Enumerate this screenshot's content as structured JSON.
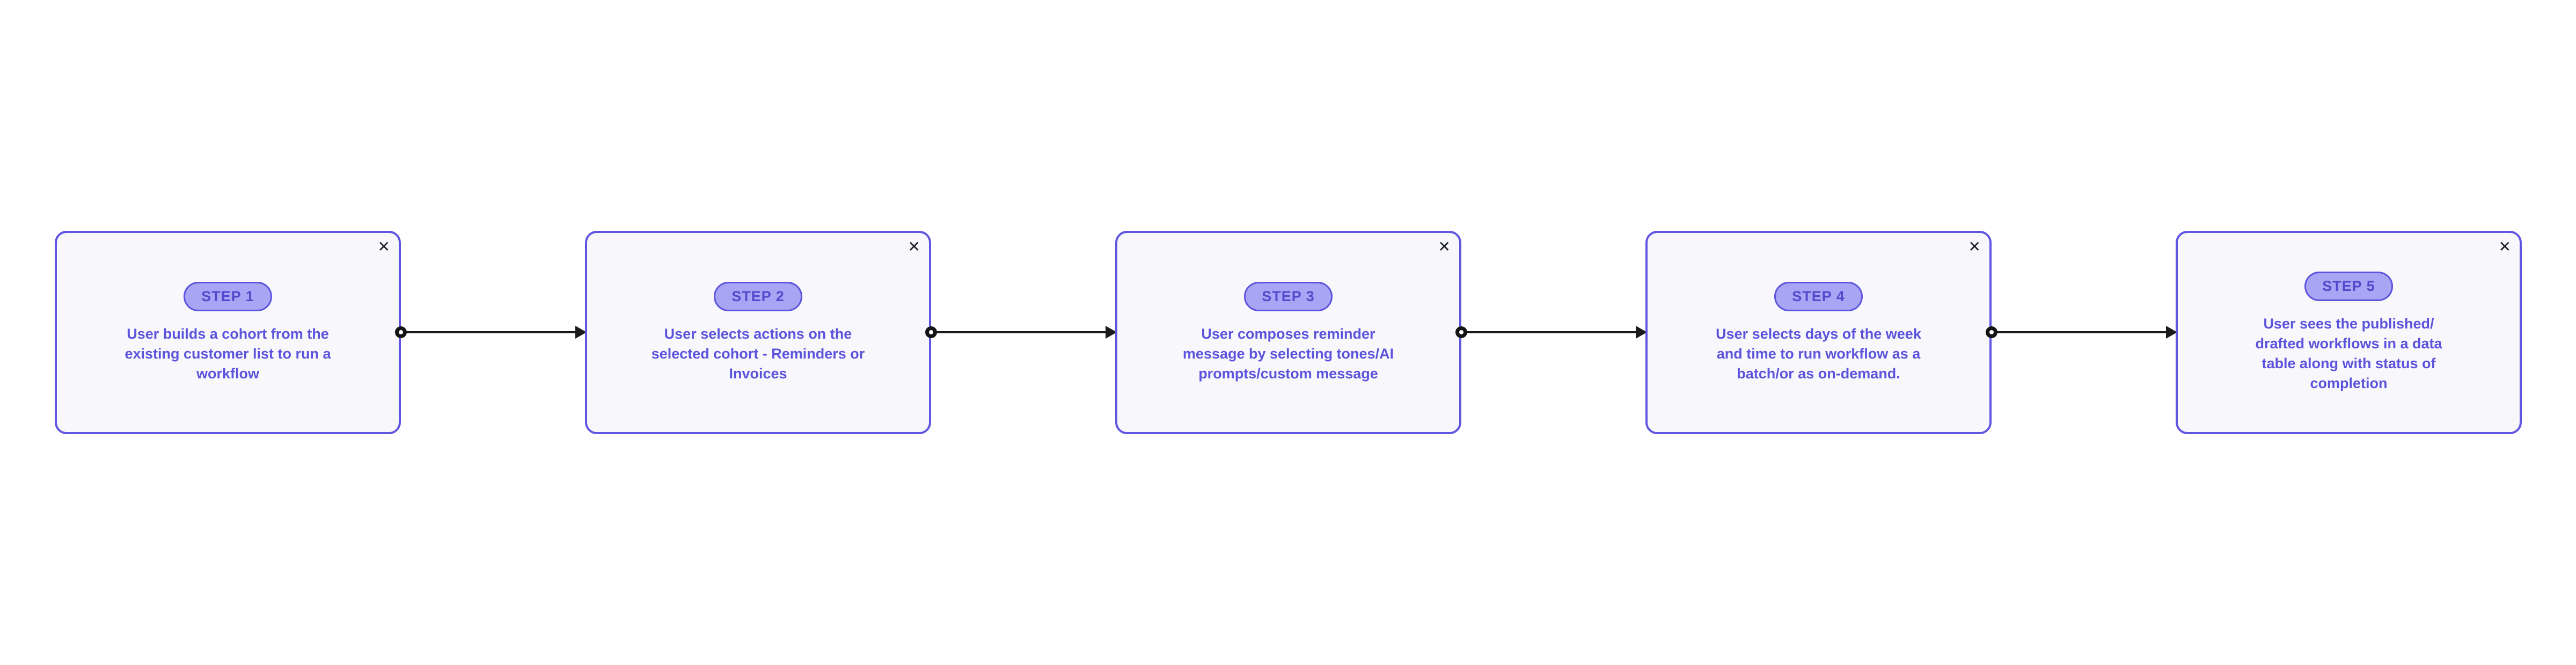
{
  "colors": {
    "canvas_background": "#ffffff",
    "card_background": "#f7f7fc",
    "card_border": "#6156e0",
    "badge_background": "#a8a5f4",
    "badge_border": "#5d54dd",
    "badge_text": "#5349cc",
    "body_text": "#5b53dc",
    "connector": "#1a1a1a",
    "close_icon": "#1b1f2a"
  },
  "icons": {
    "close": "✕"
  },
  "cards": [
    {
      "badge": "STEP 1",
      "text": "User builds a cohort from the\nexisting customer list to run a\nworkflow"
    },
    {
      "badge": "STEP 2",
      "text": "User selects actions on the\nselected cohort - Reminders or\nInvoices"
    },
    {
      "badge": "STEP 3",
      "text": "User composes reminder\nmessage by selecting tones/AI\nprompts/custom message"
    },
    {
      "badge": "STEP 4",
      "text": "User selects days of the week\nand time to run workflow as a\nbatch/or as on-demand."
    },
    {
      "badge": "STEP 5",
      "text": "User sees the published/\ndrafted workflows in a data\ntable along with status of\ncompletion"
    }
  ],
  "connectors": [
    {
      "from": "STEP 1",
      "to": "STEP 2"
    },
    {
      "from": "STEP 2",
      "to": "STEP 3"
    },
    {
      "from": "STEP 3",
      "to": "STEP 4"
    },
    {
      "from": "STEP 4",
      "to": "STEP 5"
    }
  ]
}
